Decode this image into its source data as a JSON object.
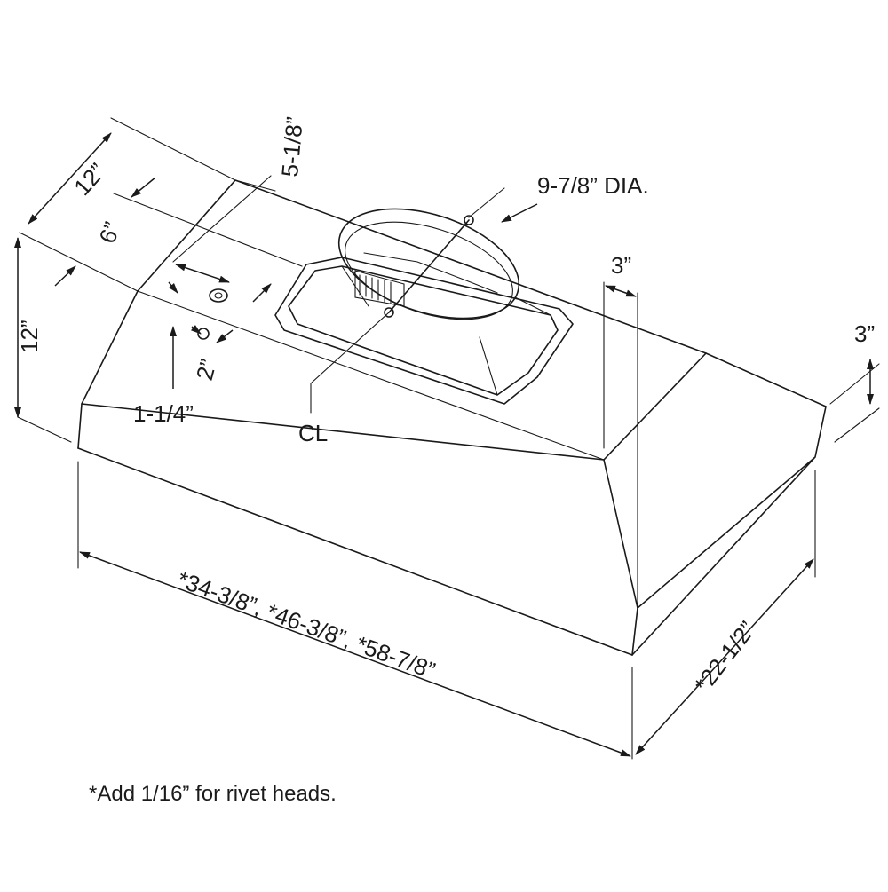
{
  "diagram": {
    "labels": {
      "top_depth": "12”",
      "height_left": "12”",
      "offset_6": "6”",
      "offset_5_1_8": "5-1/8”",
      "duct_dia": "9-7/8” DIA.",
      "offset_3_top": "3”",
      "offset_3_right": "3”",
      "offset_2": "2”",
      "offset_1_1_4": "1-1/4”",
      "centerline": "CL",
      "width": "*34-3/8”,  *46-3/8”,  *58-7/8”",
      "depth": "*22-1/2”"
    },
    "note": "*Add 1/16” for rivet heads."
  }
}
